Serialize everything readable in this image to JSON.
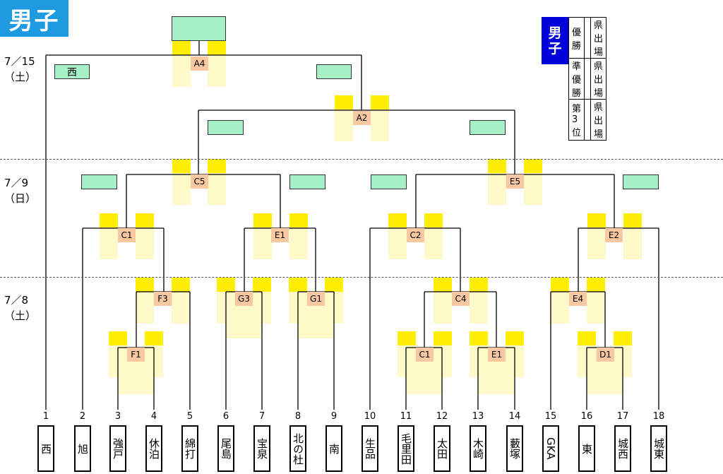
{
  "title": "男子",
  "dates": [
    {
      "line1": "7／15",
      "line2": "（土）"
    },
    {
      "line1": "7／9",
      "line2": "（日）"
    },
    {
      "line1": "7／8",
      "line2": "（土）"
    }
  ],
  "teams": [
    {
      "number": "1",
      "name": "西"
    },
    {
      "number": "2",
      "name": "旭"
    },
    {
      "number": "3",
      "name": "強戸"
    },
    {
      "number": "4",
      "name": "休泊"
    },
    {
      "number": "5",
      "name": "綿打"
    },
    {
      "number": "6",
      "name": "尾島"
    },
    {
      "number": "7",
      "name": "宝泉"
    },
    {
      "number": "8",
      "name": "北の杜"
    },
    {
      "number": "9",
      "name": "南"
    },
    {
      "number": "10",
      "name": "生品"
    },
    {
      "number": "11",
      "name": "毛里田"
    },
    {
      "number": "12",
      "name": "太田"
    },
    {
      "number": "13",
      "name": "木崎"
    },
    {
      "number": "14",
      "name": "藪塚"
    },
    {
      "number": "15",
      "name": "GKA"
    },
    {
      "number": "16",
      "name": "東"
    },
    {
      "number": "17",
      "name": "城西"
    },
    {
      "number": "18",
      "name": "城東"
    }
  ],
  "match_codes": [
    "A4",
    "A2",
    "C5",
    "E5",
    "C1",
    "E1",
    "C2",
    "E2",
    "F3",
    "G3",
    "G1",
    "C4",
    "E4",
    "F1",
    "C1",
    "E1",
    "D1"
  ],
  "progress_boxes": [
    "西"
  ],
  "legend": {
    "badge": [
      "男",
      "子"
    ],
    "rows": [
      {
        "place": "優勝",
        "note": "県出場"
      },
      {
        "place": "準優勝",
        "note": "県出場"
      },
      {
        "place": "第3位",
        "note": "県出場"
      }
    ]
  },
  "colors": {
    "title_bg": "#1e9be0",
    "badge_bg": "#0000d8",
    "progress_box": "#a8f0c8",
    "code_bg": "#f9c8a0",
    "highlight": "#ffee00",
    "light_highlight": "#fdf9c8"
  }
}
